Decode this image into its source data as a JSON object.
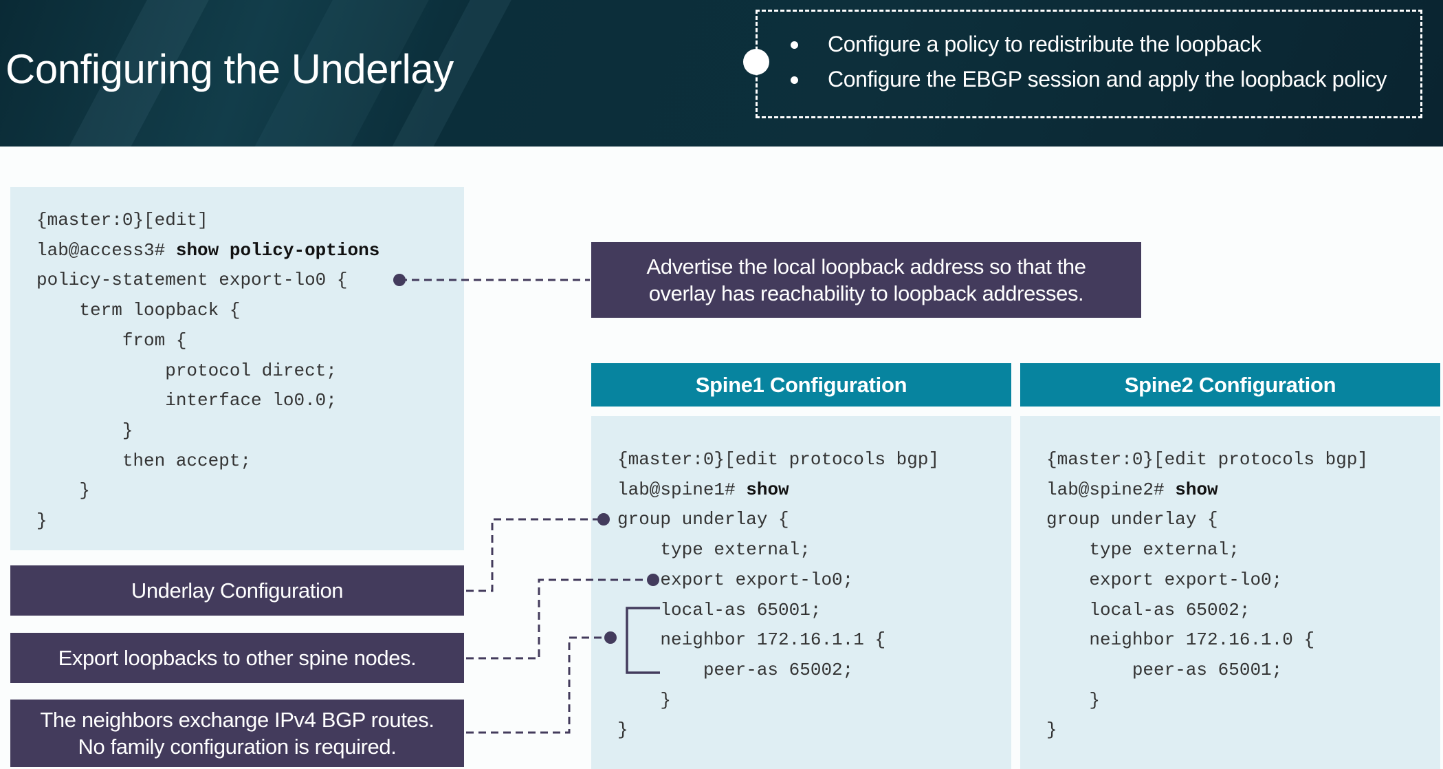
{
  "slide": {
    "title": "Configuring the Underlay",
    "objectives": [
      "Configure a policy to redistribute the loopback",
      "Configure the EBGP session and apply the loopback policy"
    ]
  },
  "access3_code": {
    "prompt_context": "{master:0}[edit]",
    "prompt": "lab@access3#",
    "command": "show policy-options",
    "lines": [
      "policy-statement export-lo0 {",
      "    term loopback {",
      "        from {",
      "            protocol direct;",
      "            interface lo0.0;",
      "        }",
      "        then accept;",
      "    }",
      "}"
    ]
  },
  "callout_loopback": "Advertise the local loopback address so that the overlay has reachability to loopback addresses.",
  "spine1": {
    "header": "Spine1 Configuration",
    "prompt_context": "{master:0}[edit protocols bgp]",
    "prompt": "lab@spine1#",
    "command": "show",
    "lines": [
      "group underlay {",
      "    type external;",
      "    export export-lo0;",
      "    local-as 65001;",
      "    neighbor 172.16.1.1 {",
      "        peer-as 65002;",
      "    }",
      "}"
    ]
  },
  "spine2": {
    "header": "Spine2 Configuration",
    "prompt_context": "{master:0}[edit protocols bgp]",
    "prompt": "lab@spine2#",
    "command": "show",
    "lines": [
      "group underlay {",
      "    type external;",
      "    export export-lo0;",
      "    local-as 65002;",
      "    neighbor 172.16.1.0 {",
      "        peer-as 65001;",
      "    }",
      "}"
    ]
  },
  "labels": {
    "underlay": "Underlay Configuration",
    "export": "Export loopbacks to other spine nodes.",
    "neighbors_line1": "The neighbors exchange IPv4 BGP routes.",
    "neighbors_line2": "No family configuration is required."
  },
  "colors": {
    "header_bg": "#0b2e3a",
    "code_bg": "#dfeef3",
    "label_bg": "#433b5c",
    "spine_header_bg": "#07849f"
  }
}
